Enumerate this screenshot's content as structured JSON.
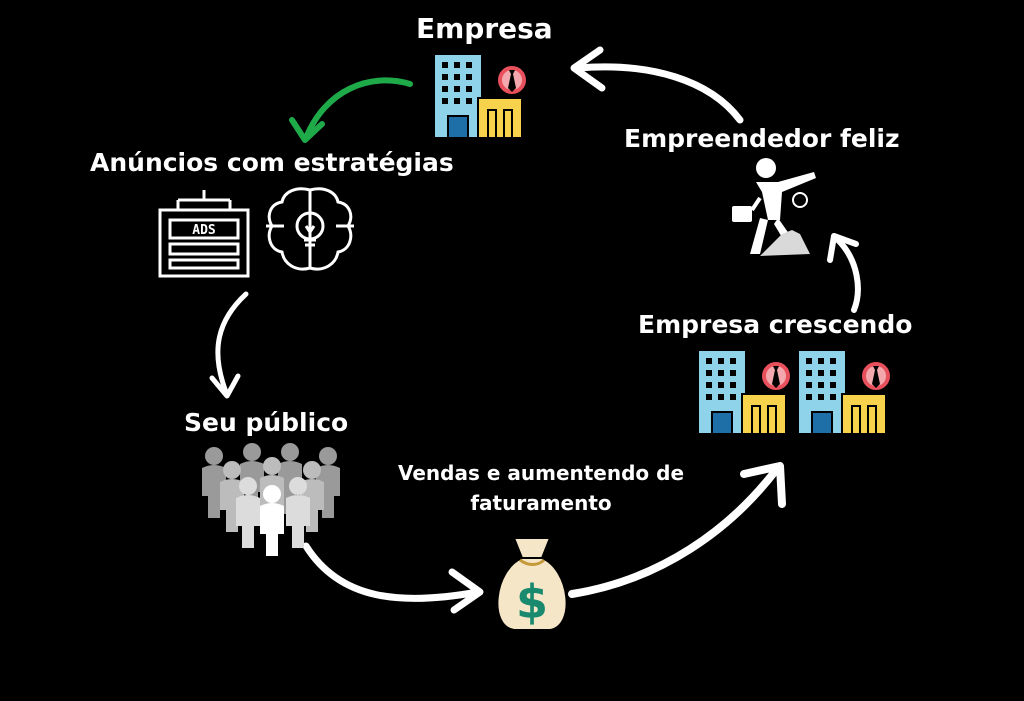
{
  "labels": {
    "company": "Empresa",
    "ads": "Anúncios com estratégias",
    "ads_box_text": "ADS",
    "public": "Seu público",
    "sales": "Vendas e aumentendo de faturamento",
    "growing": "Empresa crescendo",
    "happy": "Empreendedor feliz",
    "money_symbol": "$"
  },
  "colors": {
    "background": "#000000",
    "text": "#ffffff",
    "arrow": "#ffffff",
    "arrow_accent": "#1faa4a",
    "building_blue": "#8fd3ea",
    "building_yellow": "#f6d24d",
    "badge_red": "#e8505b",
    "money_bag": "#f5e6c8",
    "money_symbol": "#1a8a6e",
    "people_gray": "#c8c8c8"
  },
  "icons": [
    "building-icon",
    "ads-board-icon",
    "brain-idea-icon",
    "crowd-icon",
    "money-bag-icon",
    "happy-entrepreneur-icon"
  ]
}
